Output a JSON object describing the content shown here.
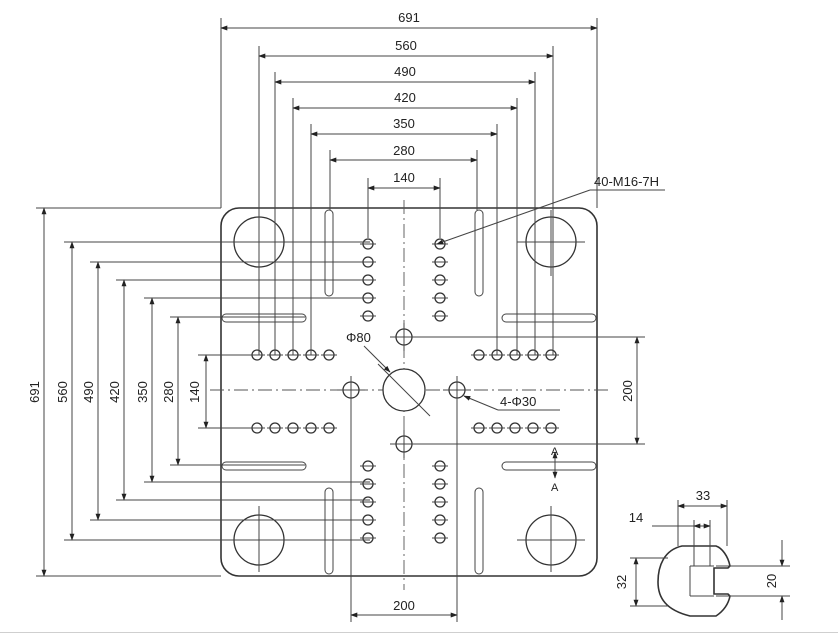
{
  "dimensions": {
    "horizontal": [
      "691",
      "560",
      "490",
      "420",
      "350",
      "280",
      "140"
    ],
    "vertical": [
      "691",
      "560",
      "490",
      "420",
      "350",
      "280",
      "140"
    ],
    "right_200": "200",
    "bottom_200": "200"
  },
  "callouts": {
    "threaded_holes": "40-M16-7H",
    "center_hole": "Φ80",
    "locating_holes": "4-Φ30",
    "section_mark": "A"
  },
  "tslot": {
    "width_top": "33",
    "width_neck": "14",
    "height_total": "32",
    "height_neck": "20"
  }
}
